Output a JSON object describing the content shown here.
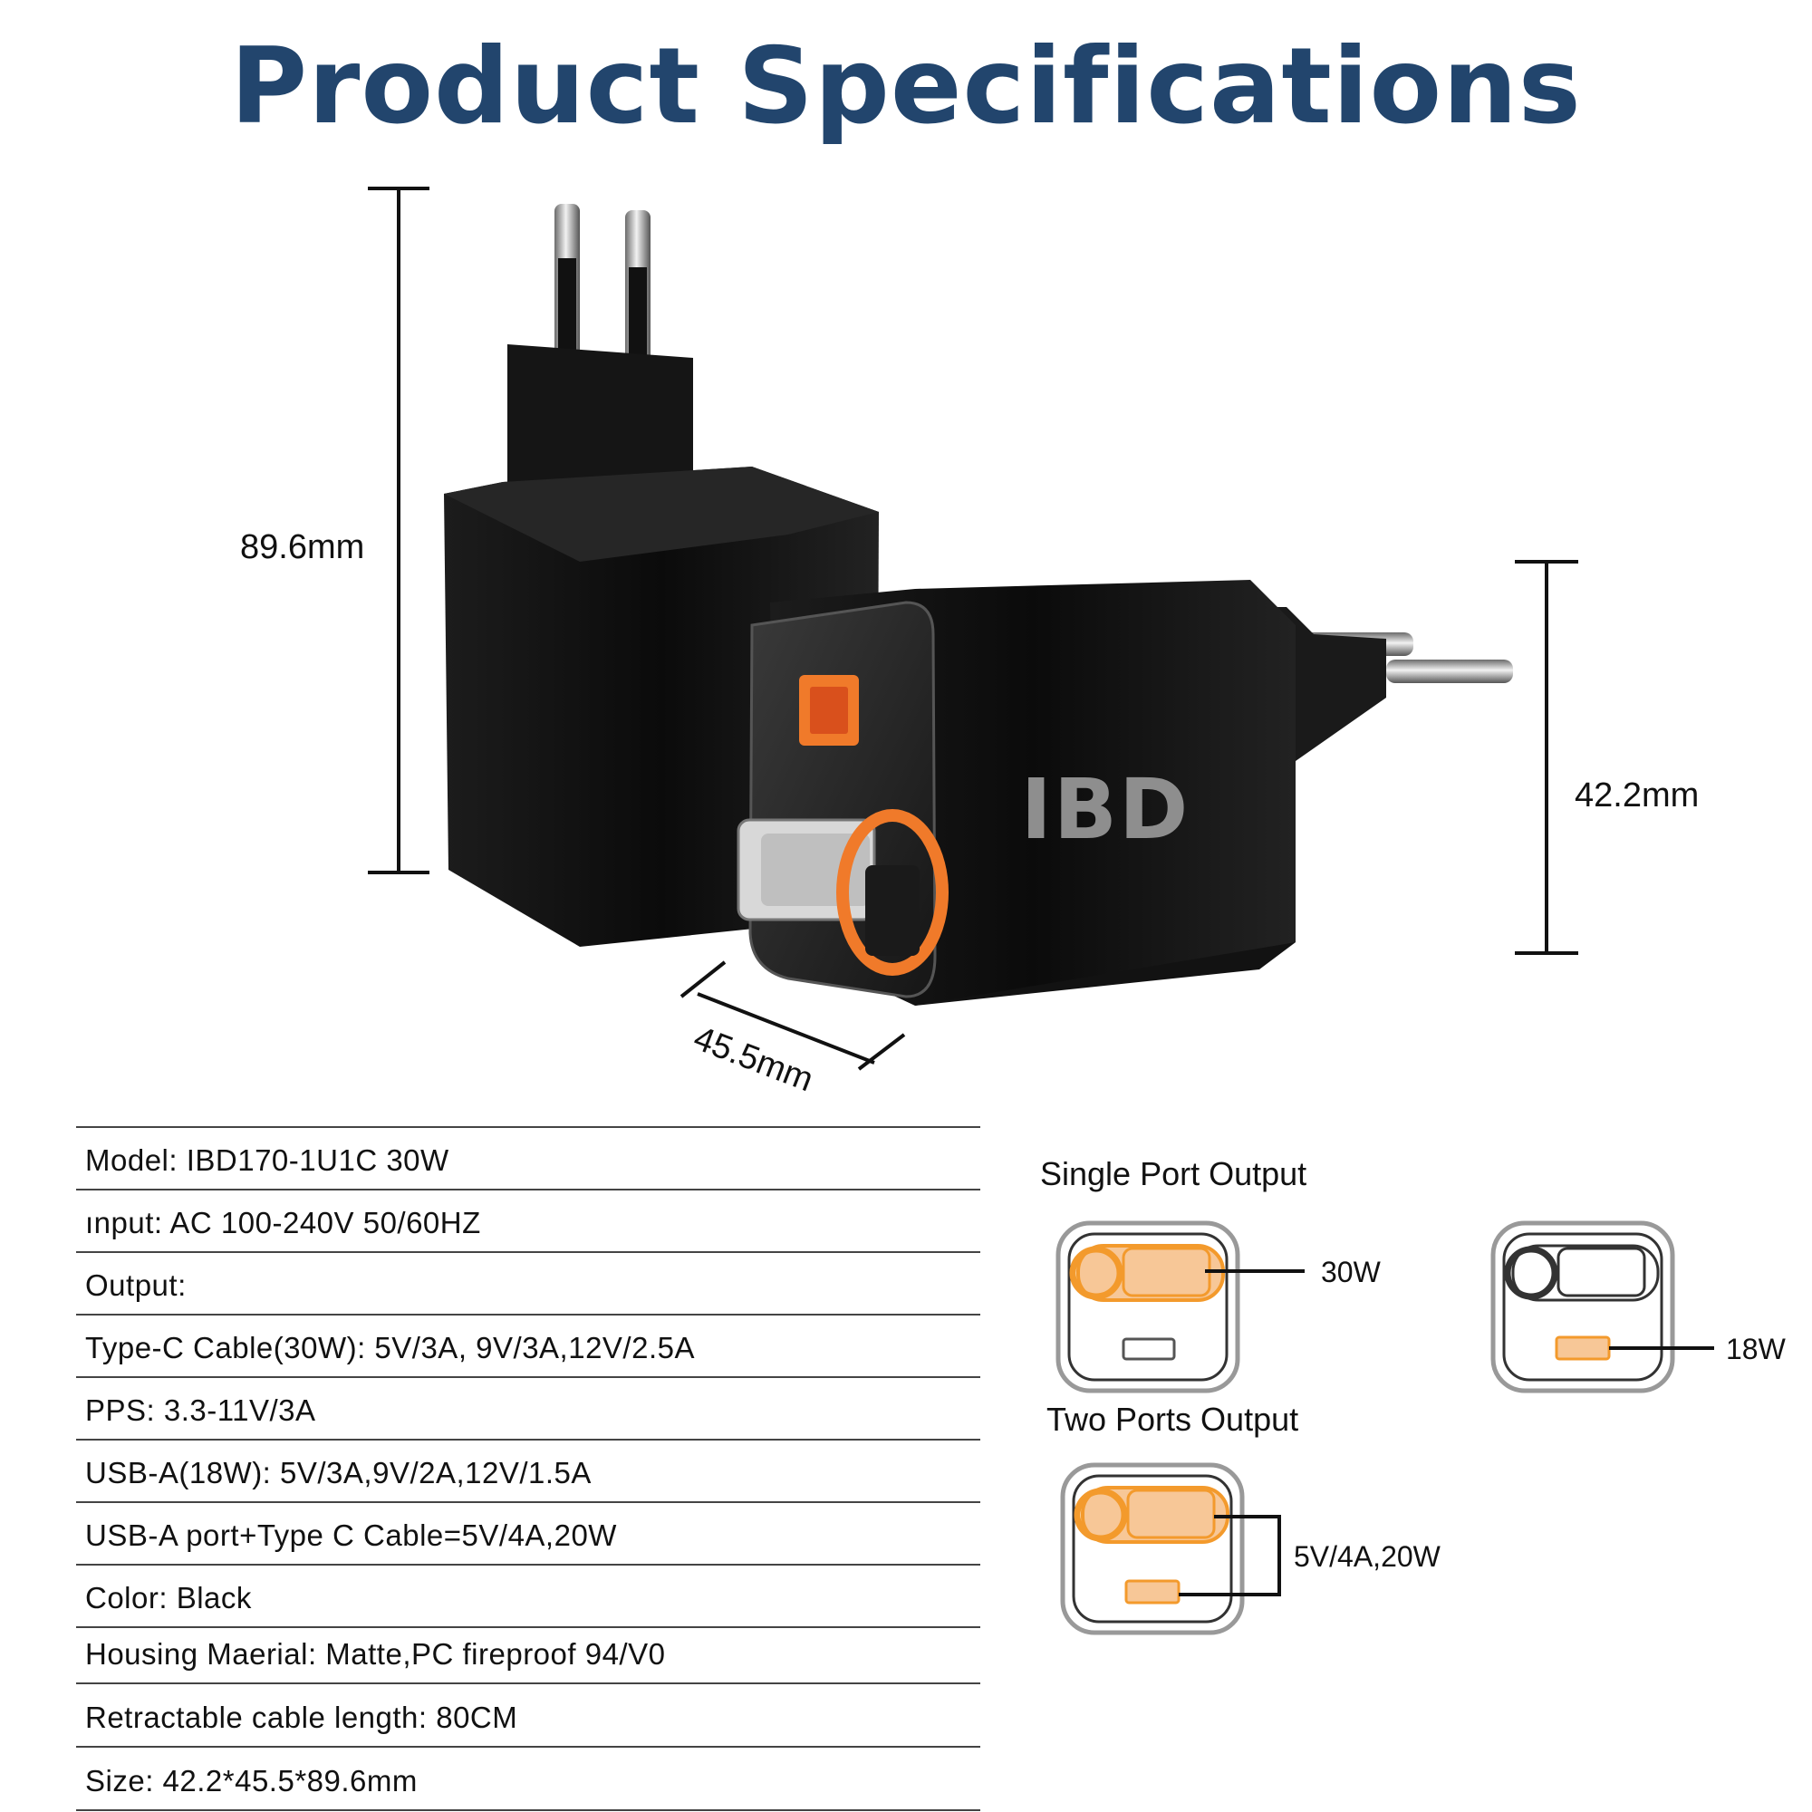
{
  "title": "Product Specifications",
  "dimensions": {
    "height": "89.6mm",
    "width": "45.5mm",
    "depth": "42.2mm"
  },
  "brand_logo": "IBD",
  "specs": [
    "Model: IBD170-1U1C 30W",
    "ınput: AC 100-240V 50/60HZ",
    "Output:",
    "Type-C Cable(30W): 5V/3A, 9V/3A,12V/2.5A",
    "PPS: 3.3-11V/3A",
    "USB-A(18W): 5V/3A,9V/2A,12V/1.5A",
    "USB-A port+Type C Cable=5V/4A,20W",
    "Color: Black",
    "Housing Maerial: Matte,PC fireproof 94/V0",
    "Retractable cable length: 80CM",
    "Size: 42.2*45.5*89.6mm"
  ],
  "port_output": {
    "single_title": "Single Port Output",
    "single_c_label": "30W",
    "single_a_label": "18W",
    "two_title": "Two Ports Output",
    "two_label": "5V/4A,20W"
  },
  "colors": {
    "title": "#22456d",
    "highlight": "#f39a2c",
    "body": "#111111"
  }
}
